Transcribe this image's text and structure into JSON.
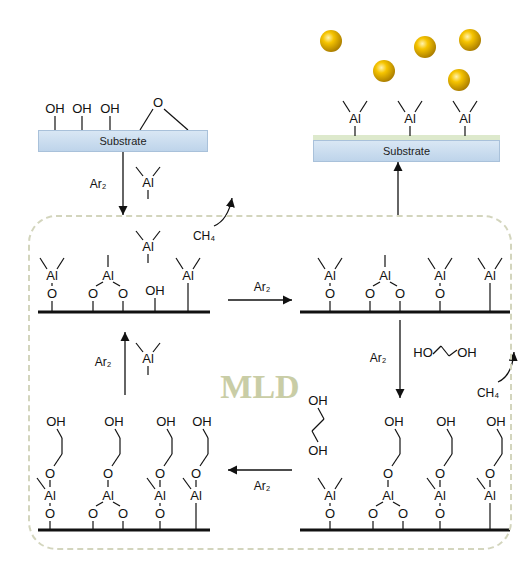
{
  "diagram": {
    "nodes": [
      {
        "text": [
          "Substrate"
        ]
      },
      {
        "text": [
          "Substrate"
        ]
      },
      {
        "text": [
          "MLD"
        ]
      }
    ],
    "edges": [
      {
        "from": 0,
        "to": 2,
        "arrow": "to",
        "label": "Ar₂"
      },
      {
        "from": 2,
        "to": 1,
        "arrow": "to"
      }
    ],
    "labels": [
      "OH",
      "OH",
      "OH",
      "O",
      "Al",
      "Al",
      "Al",
      "Al",
      "Al",
      "O",
      "Al",
      "O",
      "O",
      "OH",
      "Al",
      "Al",
      "CH₄",
      "Ar₂",
      "Al",
      "O",
      "Al",
      "O",
      "O",
      "Al",
      "O",
      "Al",
      "Ar₂",
      "HO",
      "OH",
      "CH₄",
      "OH",
      "OH",
      "Al",
      "O",
      "Al",
      "O",
      "O",
      "O",
      "OH",
      "Al",
      "O",
      "O",
      "OH",
      "Al",
      "O",
      "OH",
      "Ar₂",
      "Al",
      "O",
      "O",
      "OH",
      "Al",
      "O",
      "O",
      "O",
      "OH",
      "Al",
      "O",
      "O",
      "OH",
      "Al",
      "O",
      "OH",
      "Ar₂",
      "Al"
    ]
  }
}
